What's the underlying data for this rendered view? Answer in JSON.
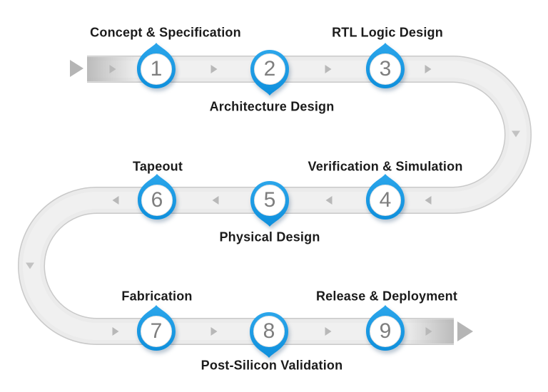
{
  "steps": [
    {
      "num": "1",
      "label": "Concept & Specification",
      "label_position": "above"
    },
    {
      "num": "2",
      "label": "Architecture Design",
      "label_position": "below"
    },
    {
      "num": "3",
      "label": "RTL Logic Design",
      "label_position": "above"
    },
    {
      "num": "4",
      "label": "Verification & Simulation",
      "label_position": "above"
    },
    {
      "num": "5",
      "label": "Physical Design",
      "label_position": "below"
    },
    {
      "num": "6",
      "label": "Tapeout",
      "label_position": "above"
    },
    {
      "num": "7",
      "label": "Fabrication",
      "label_position": "above"
    },
    {
      "num": "8",
      "label": "Post-Silicon Validation",
      "label_position": "below"
    },
    {
      "num": "9",
      "label": "Release & Deployment",
      "label_position": "above"
    }
  ],
  "colors": {
    "pin_blue": "#149BE4",
    "pin_blue_dark": "#0E8FDC",
    "pin_inner_fill": "#FFFFFF",
    "pin_number_gray": "#7E7E7E",
    "road_fill": "#EBEBEB",
    "road_edge": "#C9C9C9",
    "arrow_gray": "#B5B5B5",
    "label_text": "#1B1B1B",
    "background": "#FFFFFF"
  }
}
